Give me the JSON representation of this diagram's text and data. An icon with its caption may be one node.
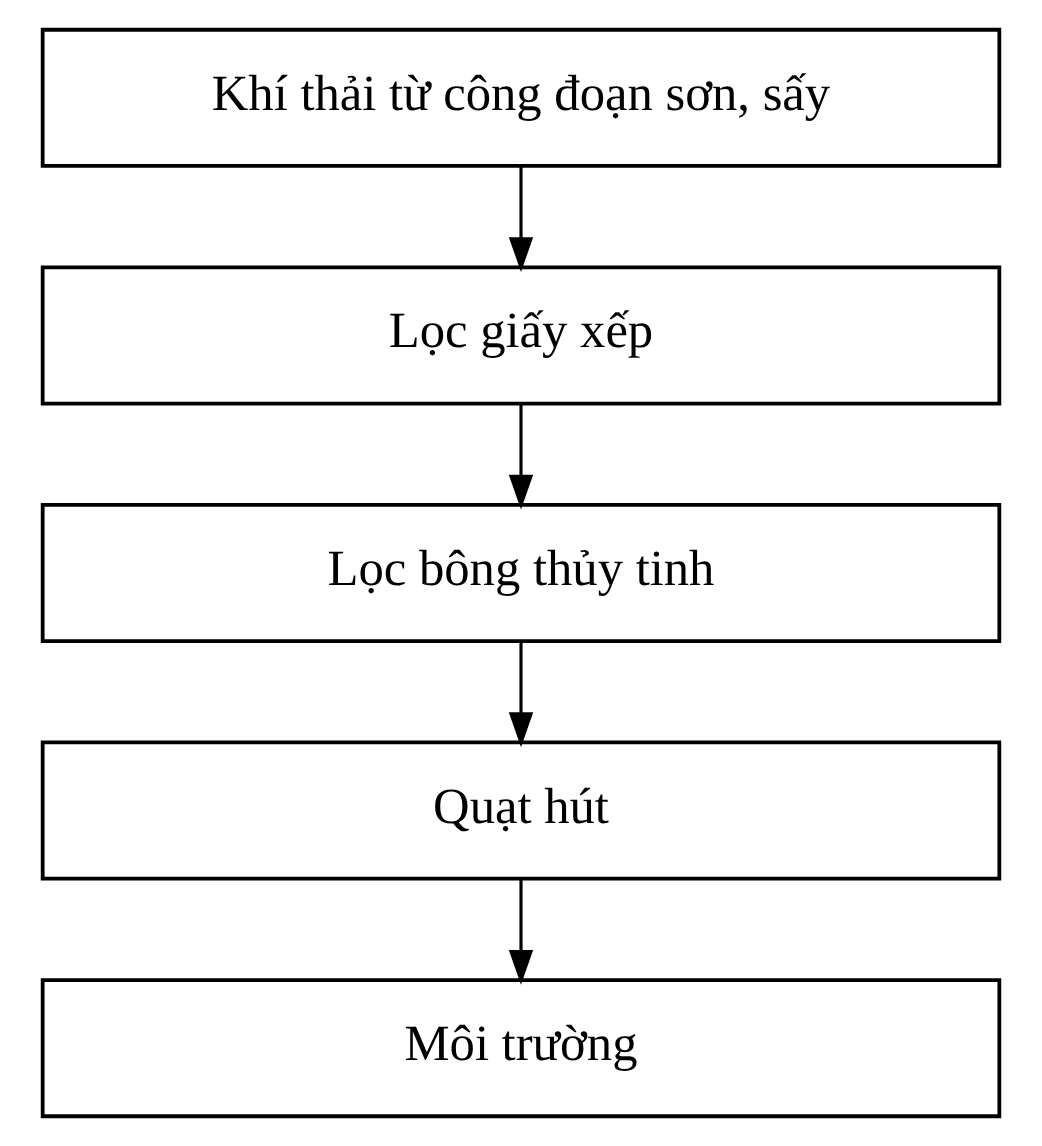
{
  "diagram": {
    "nodes": [
      {
        "text": [
          "Khí thải từ công đoạn sơn, sấy"
        ]
      },
      {
        "text": [
          "Lọc giấy xếp"
        ]
      },
      {
        "text": [
          "Lọc bông thủy tinh"
        ]
      },
      {
        "text": [
          "Quạt hút"
        ]
      },
      {
        "text": [
          "Môi trường"
        ]
      }
    ],
    "edges": [
      {
        "from": 0,
        "to": 1,
        "arrow": "to"
      },
      {
        "from": 1,
        "to": 2,
        "arrow": "to"
      },
      {
        "from": 2,
        "to": 3,
        "arrow": "to"
      },
      {
        "from": 3,
        "to": 4,
        "arrow": "to"
      }
    ]
  }
}
